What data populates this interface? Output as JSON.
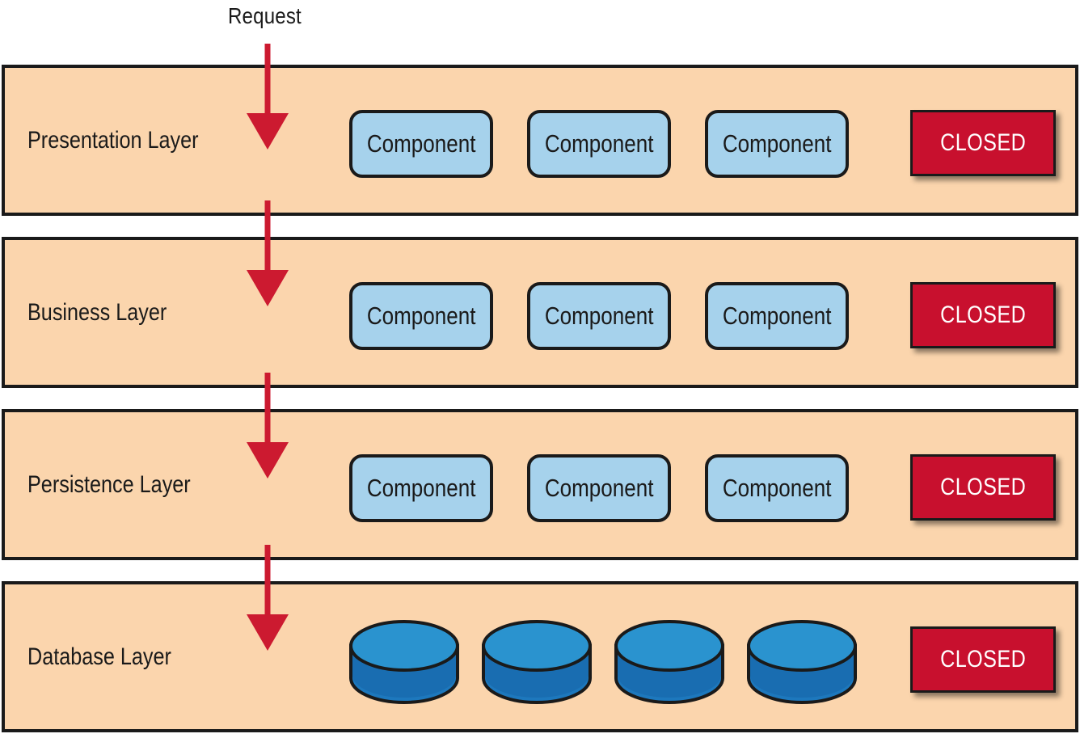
{
  "request_label": "Request",
  "colors": {
    "layer_fill": "#fbd5ad",
    "component_fill": "#a6d2ec",
    "closed_fill": "#c8102e",
    "arrow": "#cc1a30",
    "database_fill": "#2a93cf"
  },
  "layers": [
    {
      "label": "Presentation Layer",
      "components": [
        "Component",
        "Component",
        "Component"
      ],
      "status": "CLOSED"
    },
    {
      "label": "Business Layer",
      "components": [
        "Component",
        "Component",
        "Component"
      ],
      "status": "CLOSED"
    },
    {
      "label": "Persistence Layer",
      "components": [
        "Component",
        "Component",
        "Component"
      ],
      "status": "CLOSED"
    },
    {
      "label": "Database Layer",
      "database_count": 4,
      "status": "CLOSED"
    }
  ]
}
